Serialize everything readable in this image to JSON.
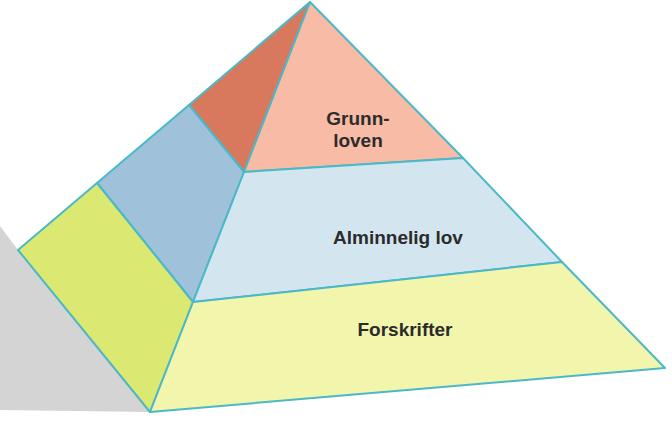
{
  "diagram": {
    "nodes": [
      {
        "text": [
          "Grunn- loven"
        ]
      },
      {
        "text": [
          "Alminnelig lov"
        ]
      },
      {
        "text": [
          "Forskrifter"
        ]
      }
    ]
  }
}
